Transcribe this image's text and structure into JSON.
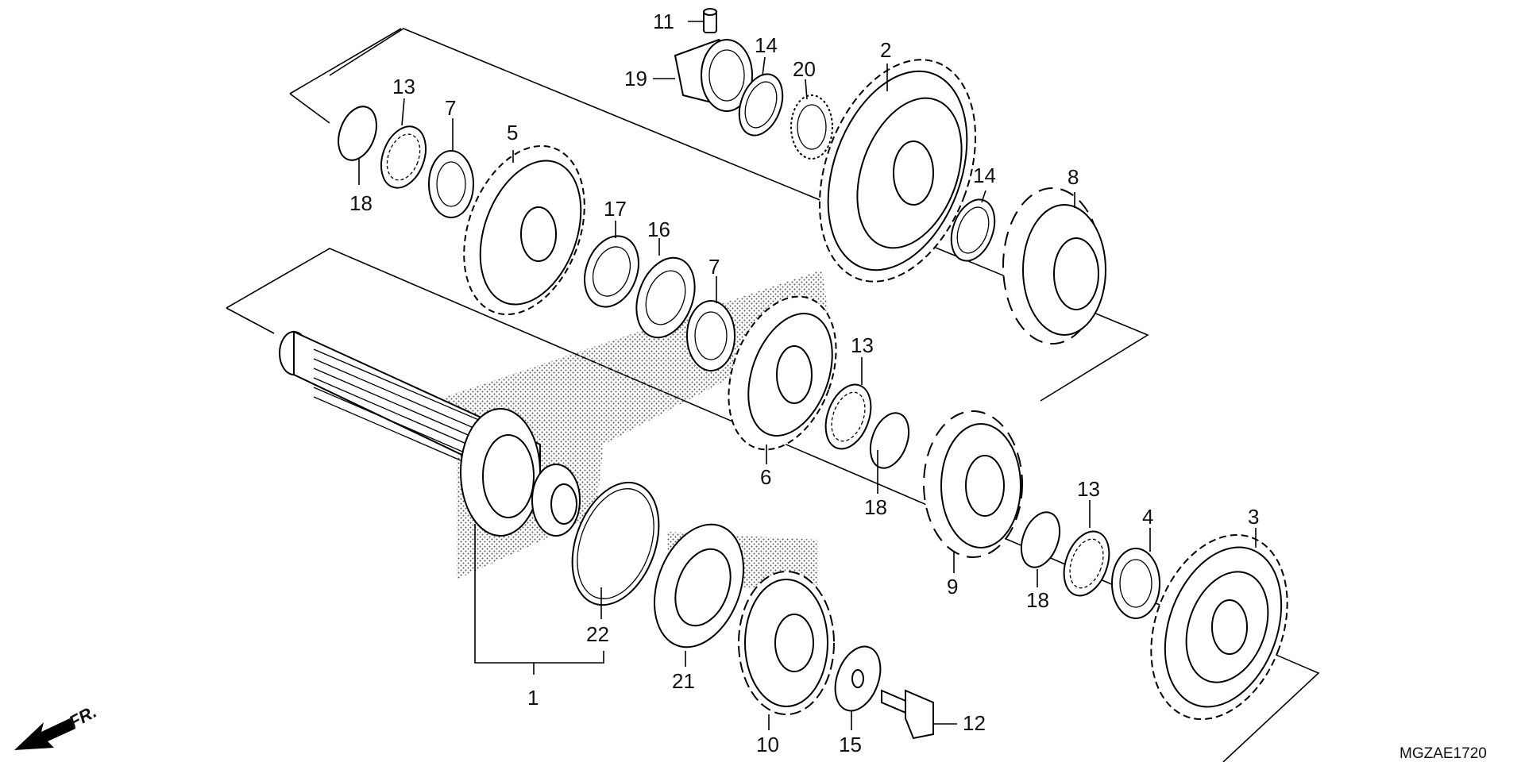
{
  "diagram": {
    "code": "MGZAE1720",
    "front_indicator": "FR.",
    "callouts": [
      {
        "id": "c1",
        "text": "1"
      },
      {
        "id": "c2",
        "text": "2"
      },
      {
        "id": "c3",
        "text": "3"
      },
      {
        "id": "c4",
        "text": "4"
      },
      {
        "id": "c5",
        "text": "5"
      },
      {
        "id": "c6",
        "text": "6"
      },
      {
        "id": "c7a",
        "text": "7"
      },
      {
        "id": "c7b",
        "text": "7"
      },
      {
        "id": "c8",
        "text": "8"
      },
      {
        "id": "c9",
        "text": "9"
      },
      {
        "id": "c10",
        "text": "10"
      },
      {
        "id": "c11",
        "text": "11"
      },
      {
        "id": "c12",
        "text": "12"
      },
      {
        "id": "c13a",
        "text": "13"
      },
      {
        "id": "c13b",
        "text": "13"
      },
      {
        "id": "c13c",
        "text": "13"
      },
      {
        "id": "c14a",
        "text": "14"
      },
      {
        "id": "c14b",
        "text": "14"
      },
      {
        "id": "c15",
        "text": "15"
      },
      {
        "id": "c16",
        "text": "16"
      },
      {
        "id": "c17",
        "text": "17"
      },
      {
        "id": "c18a",
        "text": "18"
      },
      {
        "id": "c18b",
        "text": "18"
      },
      {
        "id": "c18c",
        "text": "18"
      },
      {
        "id": "c19",
        "text": "19"
      },
      {
        "id": "c20",
        "text": "20"
      },
      {
        "id": "c21",
        "text": "21"
      },
      {
        "id": "c22",
        "text": "22"
      }
    ]
  }
}
